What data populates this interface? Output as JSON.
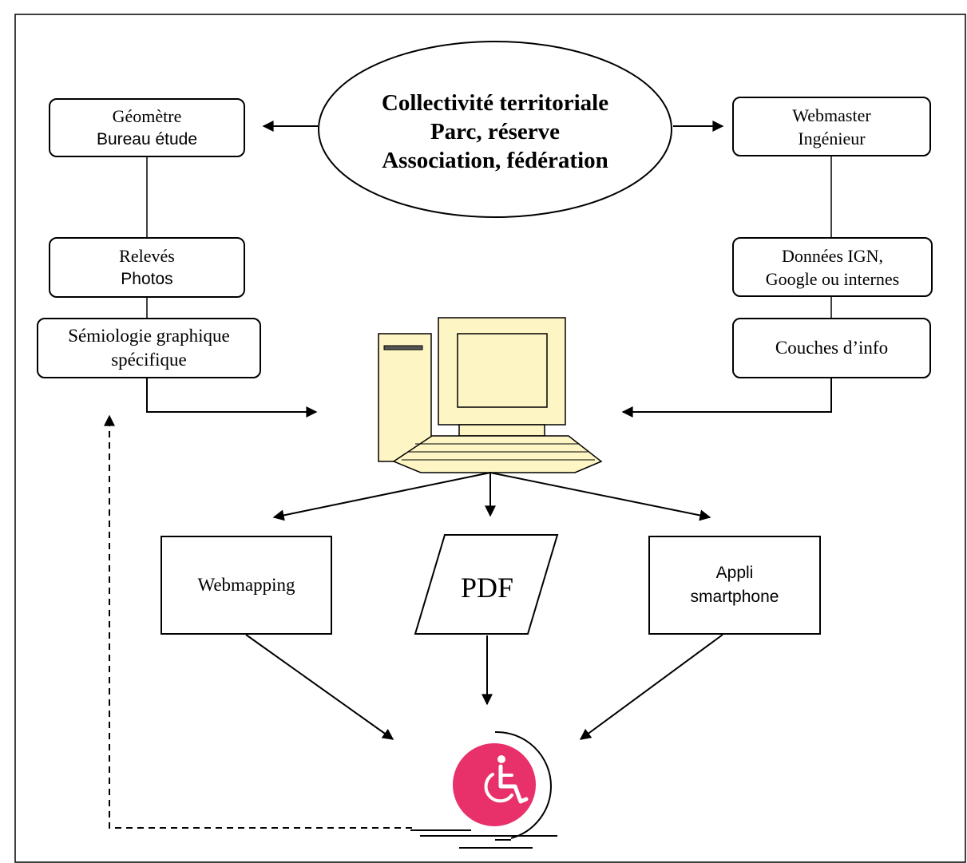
{
  "central_actor": {
    "lines": [
      "Collectivité territoriale",
      "Parc, réserve",
      "Association, fédération"
    ]
  },
  "left_chain": {
    "surveyor": [
      "Géomètre",
      "Bureau étude"
    ],
    "surveys": [
      "Relevés",
      "Photos"
    ],
    "semiology": [
      "Sémiologie graphique",
      "spécifique"
    ]
  },
  "right_chain": {
    "webmaster": [
      "Webmaster",
      "Ingénieur"
    ],
    "data": [
      "Données IGN,",
      "Google ou internes"
    ],
    "layers": [
      "Couches d’info"
    ]
  },
  "outputs": {
    "webmapping": "Webmapping",
    "pdf": "PDF",
    "app": [
      "Appli",
      "smartphone"
    ]
  },
  "icons": {
    "computer": "computer-icon",
    "user": "wheelchair-icon"
  },
  "colors": {
    "computer_fill": "#fdf5c4",
    "accessibility_badge": "#e8316a"
  }
}
